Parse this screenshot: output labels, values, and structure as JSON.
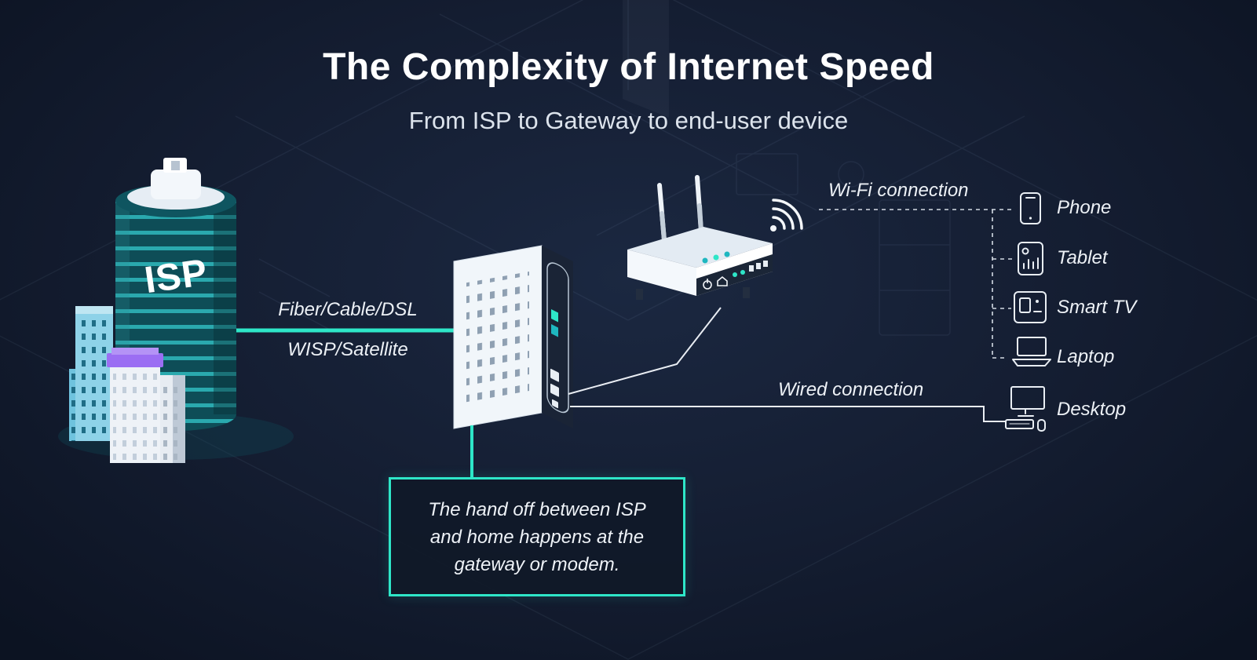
{
  "header": {
    "title": "The Complexity of Internet Speed",
    "subtitle": "From ISP to Gateway to end-user device"
  },
  "isp": {
    "label": "ISP"
  },
  "connections": {
    "isp_link_line1": "Fiber/Cable/DSL",
    "isp_link_line2": "WISP/Satellite",
    "wifi": "Wi-Fi connection",
    "wired": "Wired connection"
  },
  "devices": [
    {
      "label": "Phone",
      "icon": "phone-icon",
      "connection": "wifi"
    },
    {
      "label": "Tablet",
      "icon": "tablet-icon",
      "connection": "wifi"
    },
    {
      "label": "Smart TV",
      "icon": "smart-tv-icon",
      "connection": "wifi"
    },
    {
      "label": "Laptop",
      "icon": "laptop-icon",
      "connection": "wifi"
    },
    {
      "label": "Desktop",
      "icon": "desktop-icon",
      "connection": "wired"
    }
  ],
  "callout": {
    "line1": "The hand off between ISP",
    "line2": "and home happens at the",
    "line3": "gateway or modem."
  },
  "icons": {
    "wifi_signal": "wifi-signal-icon",
    "power": "power-icon",
    "home": "home-icon"
  },
  "colors": {
    "accent": "#2EE6C8",
    "background": "#121B2D",
    "line": "#E9EDF3",
    "purple_accent": "#9B6EF3",
    "building_blue": "#8ED2E8"
  }
}
